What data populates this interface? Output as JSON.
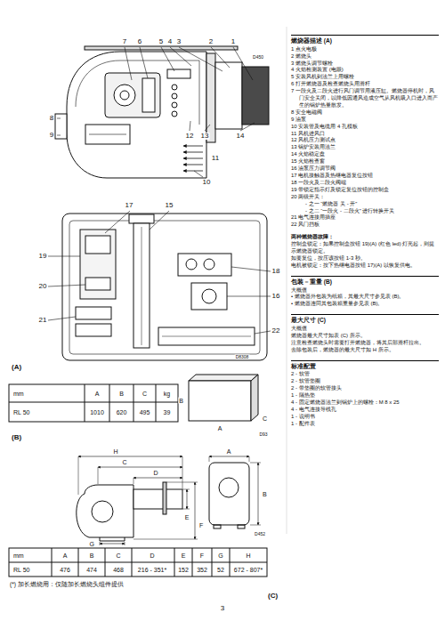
{
  "diagram": {
    "labels": [
      "7",
      "6",
      "5",
      "4",
      "3",
      "2",
      "1",
      "D450",
      "8",
      "9",
      "12",
      "13",
      "14",
      "11",
      "10",
      "17",
      "15",
      "19",
      "18",
      "20",
      "16",
      "21",
      "22",
      "D8308",
      "(A)",
      "mm",
      "A",
      "B",
      "C",
      "kg",
      "RL 50",
      "1010",
      "620",
      "495",
      "39",
      "B",
      "A",
      "C",
      "D93",
      "(B)",
      "H",
      "C",
      "D",
      "E",
      "F",
      "G",
      "A",
      "B",
      "D452",
      "mm",
      "A",
      "B",
      "C",
      "D",
      "E",
      "F",
      "G",
      "H",
      "RL 50",
      "476",
      "474",
      "468",
      "216 - 351*",
      "152",
      "352",
      "52",
      "672 - 807*",
      "(*) 加长燃烧用：仅随加长燃烧头组件提供",
      "(C)",
      "3",
      "燃烧器描述 (A)",
      "1 点火电极",
      "2 燃烧头",
      "3 燃烧头调节螺栓",
      "4 火焰检测装置 (电眼)",
      "5 安装风机到法兰上用螺栓",
      "6 打开燃烧器及检查燃烧头用滑杆",
      "7 一段火及二段火进行风门调节用液压缸。燃烧器停机时，风门安全关闭，以降低因通风造成空气从风机吸入口进入而产生的锅炉热量散发。",
      "8 安全电磁阀",
      "9 油泵",
      "10 安装管及电缆用 4 孔模板",
      "11 风机进风口",
      "12 风机压力测试点",
      "13 锅炉安装用法兰",
      "14 火焰稳定盘",
      "15 火焰检查窗",
      "16 油泵压力调节阀",
      "17 电机接触器及热继电器复位按钮",
      "18 一段火及二段火阀端",
      "19 带锁定指示灯及锁定复位按钮的控制盒",
      "20 两级开关：",
      "- 之一 “燃烧器 关 - 开”",
      "- 之二 “一段火 - 二段火” 进行转换开关",
      "21 电气连接用插座",
      "22 风门挡板",
      "两种燃烧器故障：",
      "控制盒锁定：如果控制盒按钮 19)(A) (红色 led) 灯亮起，则提示燃烧器锁定。",
      "如要复位，按压该按钮 1-3 秒。",
      "电机被锁定：按下热继电器按钮 17)(A) 以恢复供电。",
      "包装－重量 (B)",
      "大概值",
      "• 燃烧器外包装为纸箱，其最大尺寸参见表 (B)。",
      "• 燃烧器连同其包装箱重量参见表 (B)。",
      "最大尺寸 (C)",
      "大概值",
      "燃烧器最大尺寸如表 (C) 所示。",
      "注意检查燃烧头时需要打开燃烧器，将其后部滑杆拉出。",
      "去除包装后，燃烧器的最大尺寸如 H 所示。",
      "标准配置",
      "2 - 软管",
      "2 - 软管垫圈",
      "2 - 带垫圈的软管接头",
      "1 - 隔热垫",
      "4 - 固定燃烧器法兰到锅炉上的螺栓：M 8 x 25",
      "4 - 电气连接导线孔",
      "1 - 说明书",
      "1 - 配件表"
    ]
  }
}
